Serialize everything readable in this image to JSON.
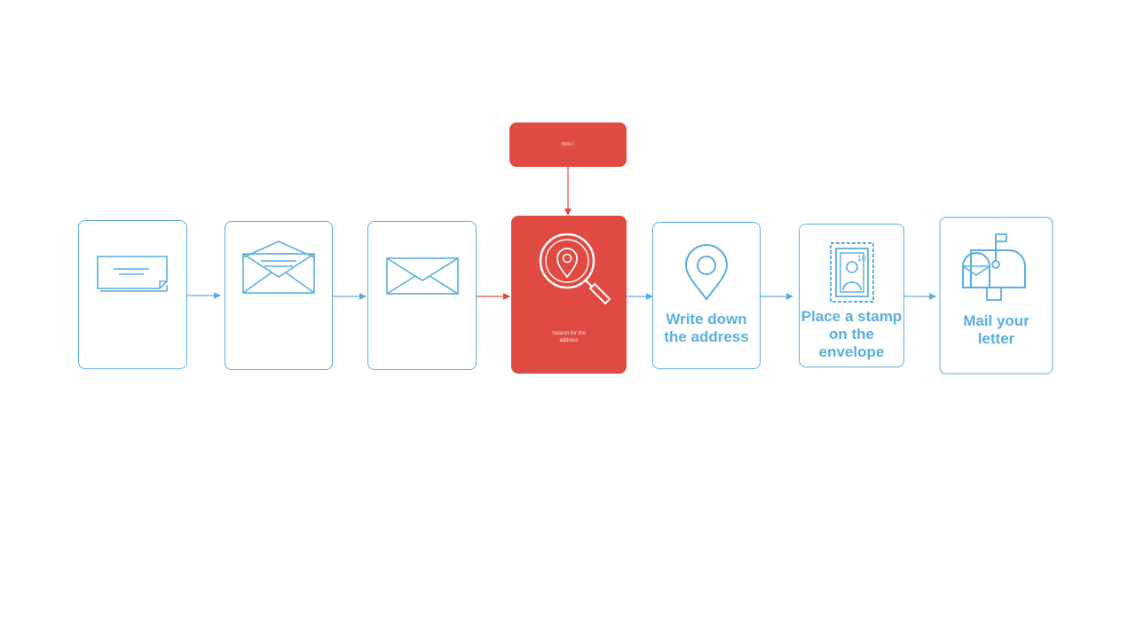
{
  "diagram": {
    "callout": {
      "label": "WAIT"
    },
    "steps": [
      {
        "icon": "letter-icon",
        "label": ""
      },
      {
        "icon": "open-envelope-icon",
        "label": ""
      },
      {
        "icon": "closed-envelope-icon",
        "label": ""
      },
      {
        "icon": "search-location-icon",
        "label": "Search for the address",
        "active": true
      },
      {
        "icon": "location-pin-icon",
        "label": "Write down the address"
      },
      {
        "icon": "postage-stamp-icon",
        "label": "Place a stamp on the envelope",
        "stamp_value": "10"
      },
      {
        "icon": "mailbox-icon",
        "label": "Mail your letter"
      }
    ]
  },
  "colors": {
    "accent_blue": "#5aaee0",
    "active_red": "#e04a42",
    "background": "#ffffff"
  }
}
